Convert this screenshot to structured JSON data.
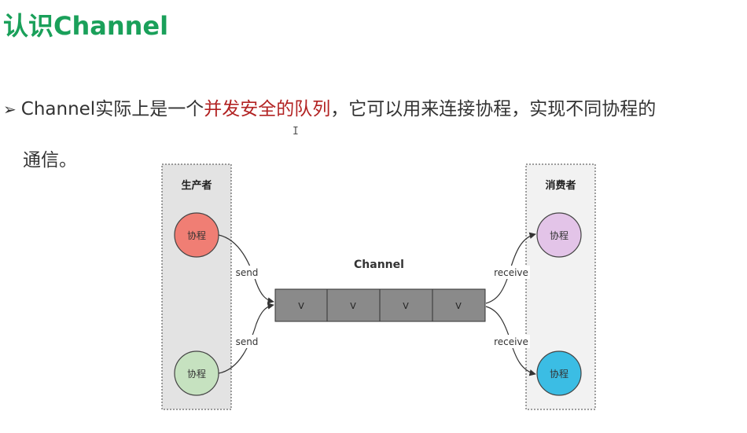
{
  "slide": {
    "title": "认识Channel",
    "bullet_arrow": "➢",
    "bullet_part1": "Channel实际上是一个",
    "bullet_highlight": "并发安全的队列",
    "bullet_part2": "，它可以用来连接协程，实现不同协程的",
    "bullet_cont": "通信。",
    "cursor_glyph": "I"
  },
  "diagram": {
    "producer_label": "生产者",
    "consumer_label": "消费者",
    "channel_label": "Channel",
    "coroutine_label": "协程",
    "send_label": "send",
    "receive_label": "receive",
    "slot_labels": [
      "V",
      "V",
      "V",
      "V"
    ],
    "colors": {
      "producer_top": "#f07e74",
      "producer_bottom": "#c6e2c0",
      "consumer_top": "#e3c4e8",
      "consumer_bottom": "#3bbde4",
      "queue_fill": "#8a8a8a",
      "panel_fill": "#e3e3e3"
    }
  }
}
